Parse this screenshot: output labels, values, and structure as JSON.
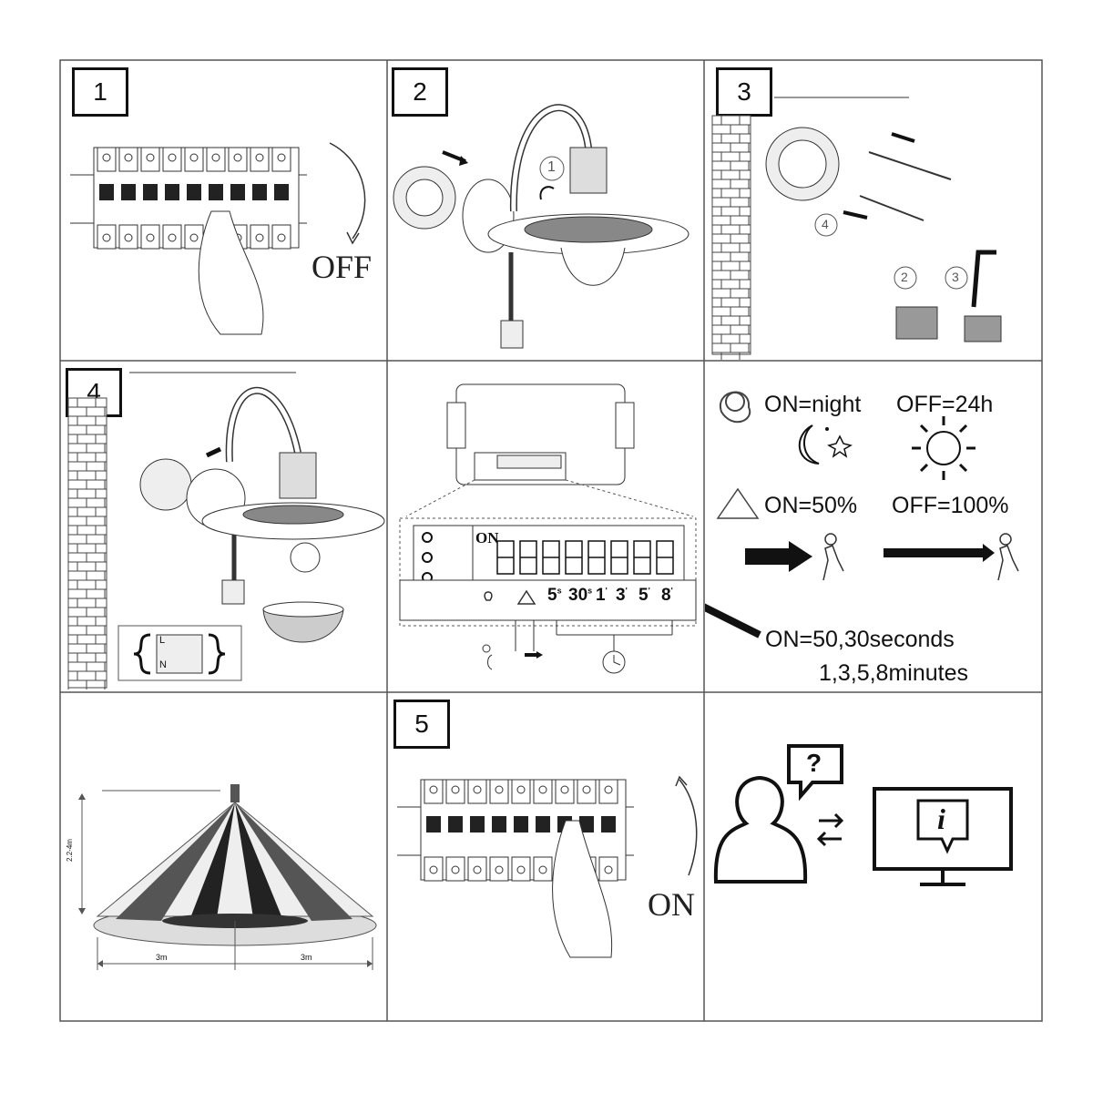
{
  "steps": {
    "s1": "1",
    "s2": "2",
    "s3": "3",
    "s4": "4",
    "s5": "5"
  },
  "switch_off_label": "OFF",
  "switch_on_label": "ON",
  "panel3_subs": {
    "a": "2",
    "b": "3",
    "c": "4"
  },
  "panel2_sub": "1",
  "wiring": {
    "l": "L",
    "n": "N"
  },
  "dip": {
    "on_label": "ON",
    "positions": [
      "5",
      "30",
      "1",
      "3",
      "5",
      "8"
    ],
    "sup": [
      "s",
      "s",
      "'",
      "'",
      "'",
      "'"
    ]
  },
  "legend": {
    "line1_on": "ON=night",
    "line1_off": "OFF=24h",
    "line2_on": "ON=50%",
    "line2_off": "OFF=100%",
    "time_line1": "ON=50,30seconds",
    "time_line2": "1,3,5,8minutes"
  },
  "range": {
    "height": "2.2-4m",
    "left": "3m",
    "right": "3m"
  },
  "help": {
    "question": "?",
    "info": "i"
  }
}
